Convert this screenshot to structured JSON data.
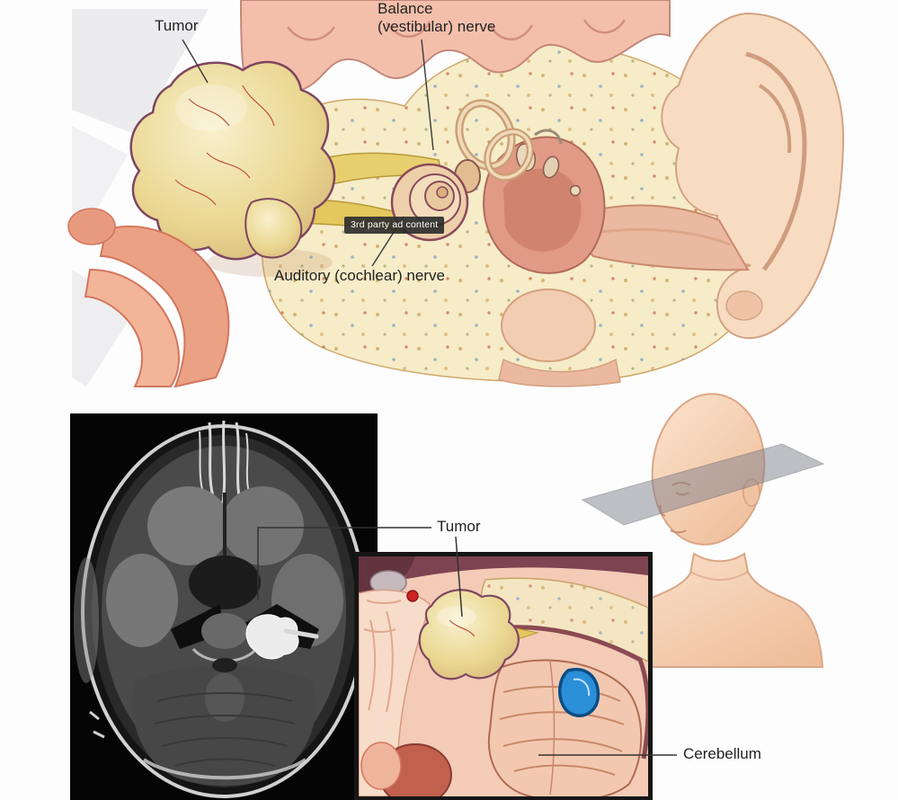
{
  "labels": {
    "tumor_top": "Tumor",
    "balance_nerve": "Balance\n(vestibular) nerve",
    "auditory_nerve": "Auditory (cochlear) nerve",
    "ad_badge": "3rd party ad content",
    "tumor_bottom": "Tumor",
    "cerebellum": "Cerebellum"
  },
  "colors": {
    "skin": "#f8d8bf",
    "bone": "#f6ecc8",
    "brain_pink": "#f3bfab",
    "tumor_yellow": "#ead791",
    "tumor_outline": "#7e4660",
    "nerve_yellow": "#e8cf6e",
    "middle_ear_red": "#e09a86",
    "sigmoid_blue": "#2b8fd8",
    "marker_red": "#cc2424",
    "mri_background": "#050505",
    "label_text": "#222222",
    "ad_badge_bg": "#2d2d2d",
    "cut_plane_gray": "#80808d"
  }
}
